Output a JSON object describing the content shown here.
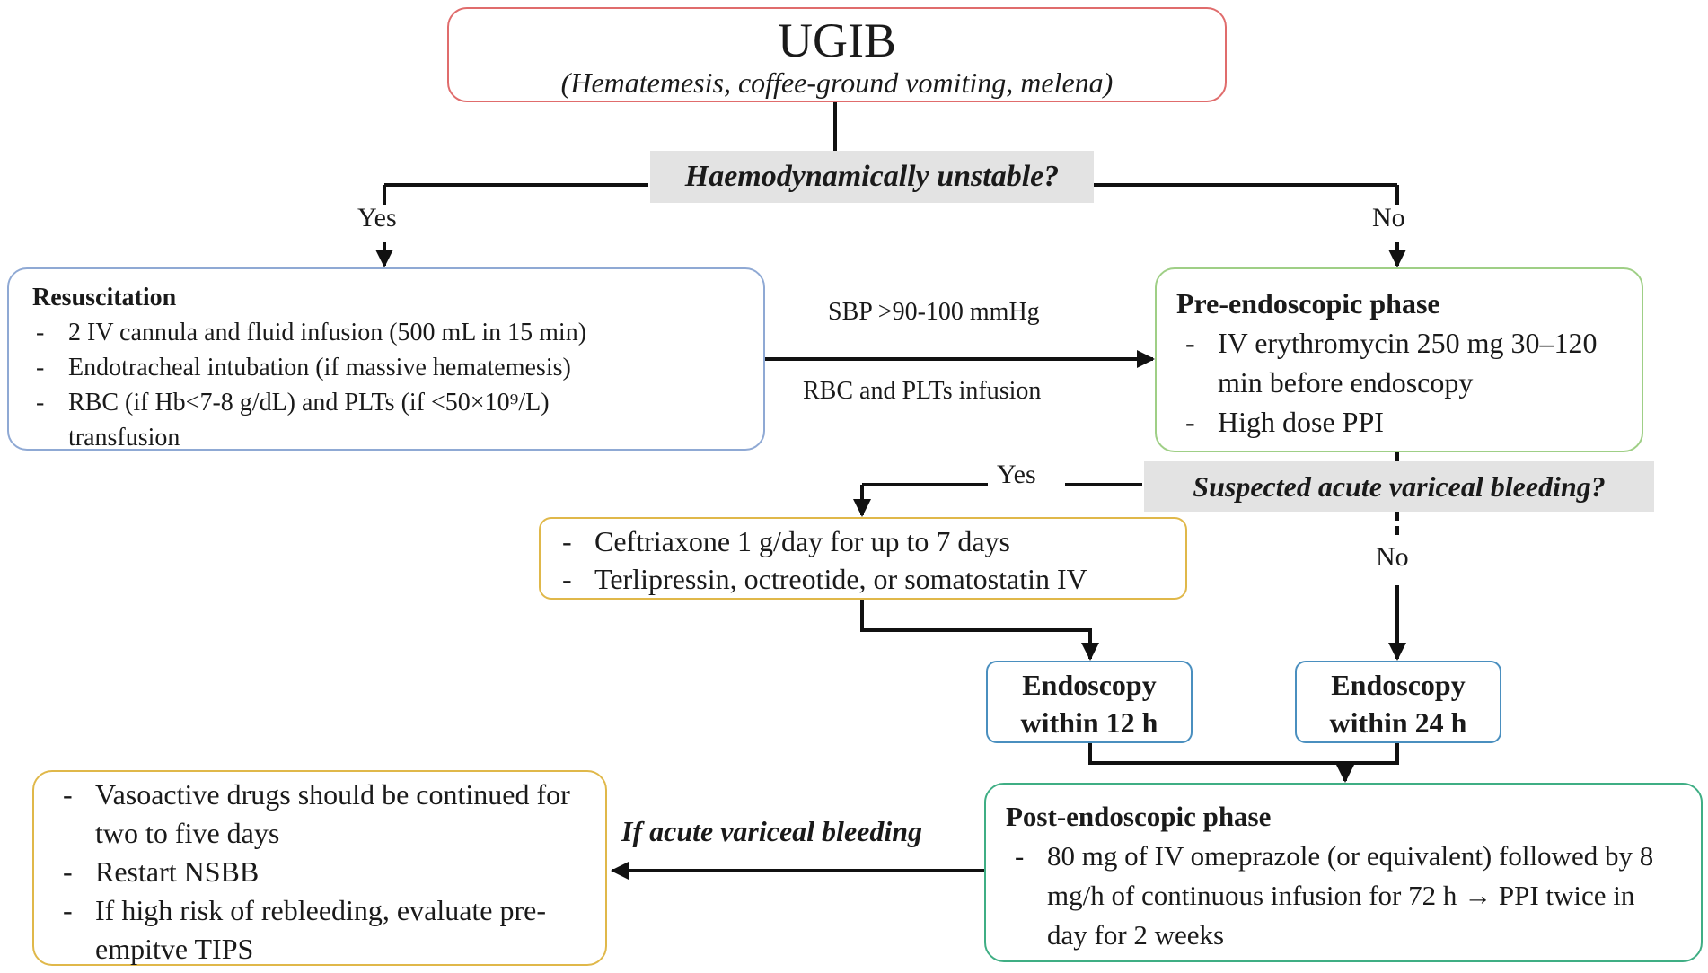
{
  "ugib": {
    "title": "UGIB",
    "subtitle": "(Hematemesis, coffee-ground vomiting, melena)"
  },
  "q_unstable": "Haemodynamically unstable?",
  "yes_label_1": "Yes",
  "no_label_1": "No",
  "resuscitation": {
    "title": "Resuscitation",
    "items": [
      "2 IV cannula and fluid infusion (500 mL in 15 min)",
      "Endotracheal intubation (if massive hematemesis)",
      "RBC (if Hb<7-8 g/dL) and PLTs (if <50×10⁹/L) transfusion"
    ]
  },
  "sbp_label": "SBP >90-100 mmHg",
  "rbc_label": "RBC and PLTs infusion",
  "pre_endo": {
    "title": "Pre-endoscopic phase",
    "items": [
      "IV erythromycin 250 mg 30–120 min before endoscopy",
      "High dose PPI"
    ]
  },
  "q_variceal": "Suspected acute variceal bleeding?",
  "yes_label_2": "Yes",
  "no_label_2": "No",
  "ceftriaxone": {
    "items": [
      "Ceftriaxone 1 g/day for up to 7 days",
      "Terlipressin, octreotide, or somatostatin IV"
    ]
  },
  "endo12": {
    "line1": "Endoscopy",
    "line2": "within 12 h"
  },
  "endo24": {
    "line1": "Endoscopy",
    "line2": "within 24 h"
  },
  "post_endo": {
    "title": "Post-endoscopic phase",
    "items": [
      "80 mg of IV omeprazole (or equivalent) followed by 8 mg/h of continuous infusion for 72 h → PPI twice in day for 2 weeks"
    ]
  },
  "if_variceal": "If acute variceal bleeding",
  "vasoactive": {
    "items": [
      "Vasoactive drugs should be continued for two to five days",
      "Restart NSBB",
      "If high risk of rebleeding, evaluate pre-empitve TIPS"
    ]
  },
  "colors": {
    "ugib_border": "#e06c6c",
    "resus_border": "#8fa9d4",
    "pre_border": "#9fcf86",
    "cef_border": "#e0b84a",
    "endo_border": "#4a8fbf",
    "post_border": "#3fae84",
    "vaso_border": "#e0b84a",
    "question_bg": "#e3e3e3"
  }
}
